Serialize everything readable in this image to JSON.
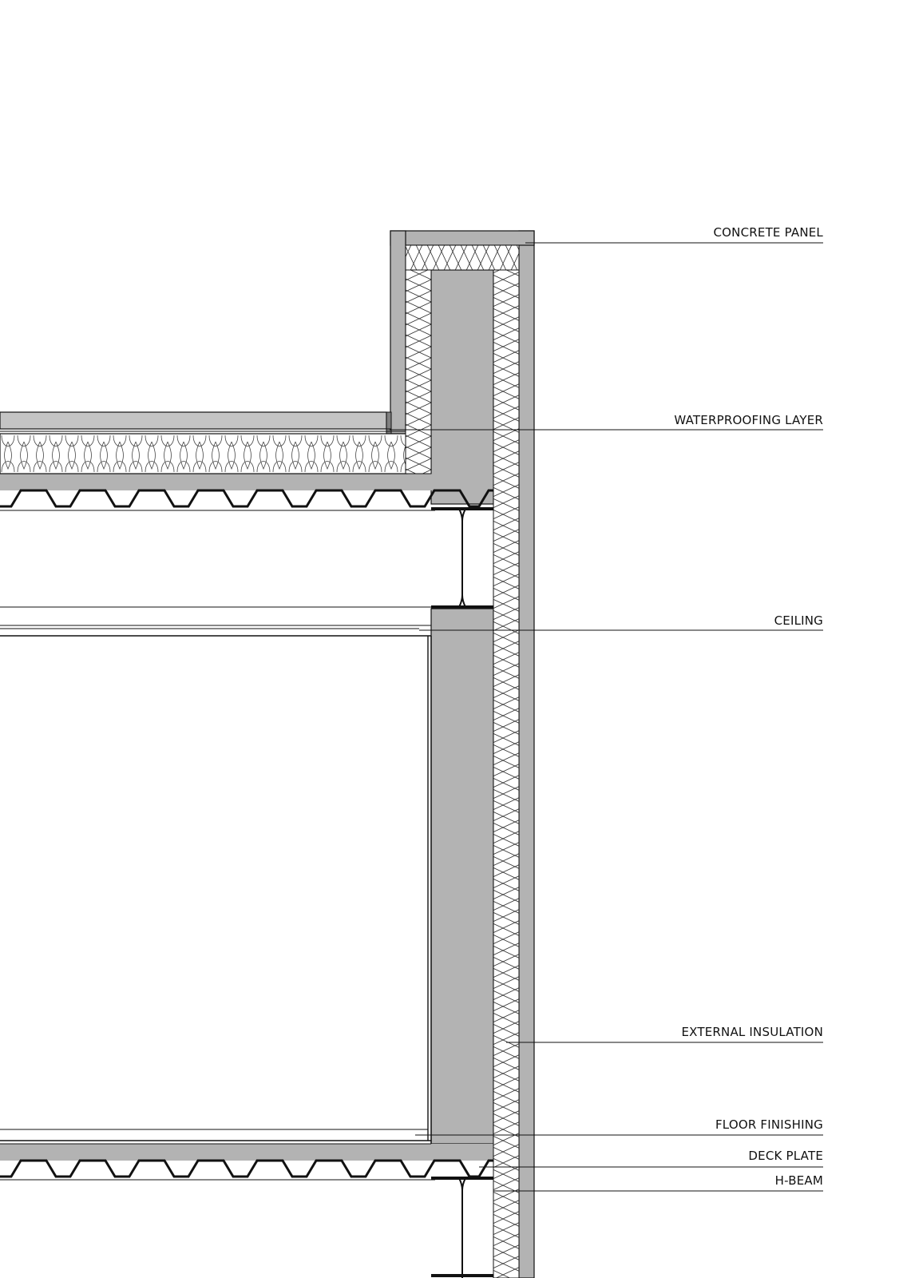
{
  "labels": {
    "concrete_panel": "CONCRETE PANEL",
    "waterproofing_layer": "WATERPROOFING LAYER",
    "ceiling": "CEILING",
    "external_insulation": "EXTERNAL INSULATION",
    "floor_finishing": "FLOOR FINISHING",
    "deck_plate": "DECK PLATE",
    "h_beam": "H-BEAM"
  },
  "colors": {
    "concrete": "#b3b3b3",
    "line": "#111111",
    "insulation_fill": "#ffffff",
    "background": "#ffffff"
  }
}
